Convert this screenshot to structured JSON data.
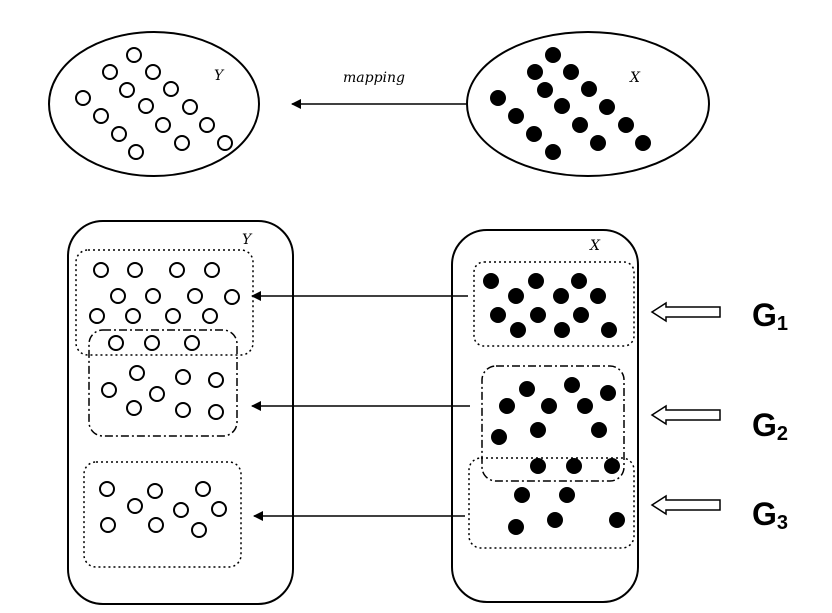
{
  "top": {
    "left_set_label": "Y",
    "right_set_label": "X",
    "arrow_label": "mapping"
  },
  "bottom": {
    "left_set_label": "Y",
    "right_set_label": "X",
    "groups": [
      {
        "name": "G",
        "sub": "1"
      },
      {
        "name": "G",
        "sub": "2"
      },
      {
        "name": "G",
        "sub": "3"
      }
    ]
  }
}
